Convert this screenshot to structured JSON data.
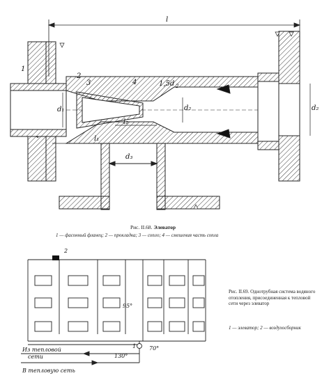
{
  "figure1": {
    "caption_number": "Рис. II.68.",
    "caption_title": "Элеватор",
    "legend": "1 — фасонный фланец; 2 — прокладка; 3 — сопло; 4 — смешения часть сопла",
    "labels": {
      "length_total": "l",
      "part1": "1",
      "part2": "2",
      "part3": "3",
      "part4": "4",
      "throat_ratio": "1,5d",
      "throat_sub": "2",
      "d1": "d₁",
      "d2_right": "d₂",
      "d2_inner": "d₂",
      "d3": "d₃",
      "l1": "l₁",
      "l2": "l₂"
    }
  },
  "figure2": {
    "caption": "Рис. II.69. Однотрубная система водяного отопления, присоединенная к тепловой сети через элеватор",
    "legend": "1 — элеватор; 2 — воздухосборник",
    "labels": {
      "air_collector": "2",
      "elevator": "1",
      "temp_supply": "95°",
      "temp_return": "70°",
      "temp_network": "130°",
      "from_network_line1": "Из тепловой",
      "from_network_line2": "сети",
      "to_network": "В тепловую сеть"
    }
  }
}
